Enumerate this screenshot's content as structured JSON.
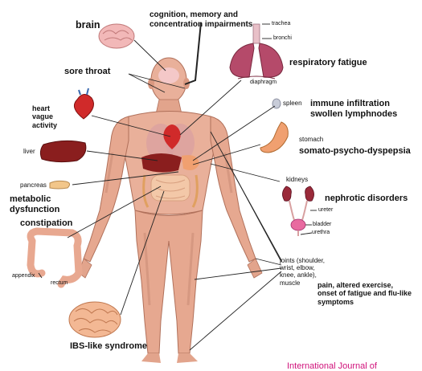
{
  "labels": {
    "brain": "brain",
    "cognition": "cognition, memory and\nconcentration impairments",
    "trachea": "trachea",
    "bronchi": "bronchi",
    "diaphragm": "diaphragm",
    "respiratory": "respiratory fatigue",
    "sore_throat": "sore throat",
    "heart": "heart\nvague\nactivity",
    "spleen": "spleen",
    "immune": "immune infiltration\nswollen lymphnodes",
    "stomach": "stomach",
    "somato": "somato-psycho-dyspepsia",
    "liver": "liver",
    "pancreas": "pancreas",
    "metabolic": "metabolic\ndysfunction",
    "kidneys": "kidneys",
    "nephrotic": "nephrotic disorders",
    "ureter": "ureter",
    "bladder": "bladder",
    "urethra": "urethra",
    "constipation": "constipation",
    "appendix": "appendix",
    "rectum": "rectum",
    "joints": "joints (shoulder,\nwrist, elbow,\nknee, ankle),\nmuscle",
    "pain": "pain, altered exercise,\nonset of fatigue and flu-like\nsymptoms",
    "ibs": "IBS-like syndrome"
  },
  "footer": "International Journal of",
  "colors": {
    "skin": "#e9b09a",
    "muscle": "#c98a74",
    "heart": "#d02a2a",
    "liver": "#8a1e1e",
    "lungs": "#b54a6a",
    "stomach": "#f0a070",
    "intestine": "#f3c8a8",
    "kidney": "#9a2a3a",
    "bladder": "#e86aa0",
    "brain": "#f2b8b8",
    "footer": "#d0117a"
  }
}
